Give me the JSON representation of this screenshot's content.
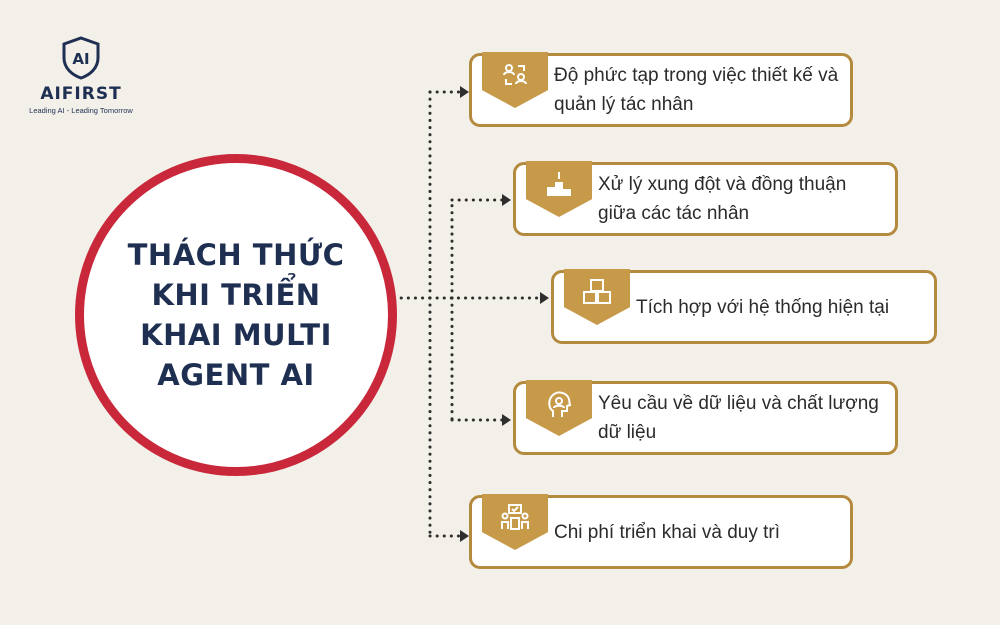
{
  "logo": {
    "mark": "AI",
    "name": "AIFIRST",
    "tagline": "Leading AI - Leading Tomorrow"
  },
  "hub": {
    "title": "THÁCH THỨC KHI TRIỂN KHAI MULTI AGENT AI"
  },
  "items": [
    {
      "text": "Độ phức tạp trong việc thiết kế và quản lý tác nhân",
      "icon": "agents-exchange-icon"
    },
    {
      "text": "Xử lý xung đột và đồng thuận giữa các tác nhân",
      "icon": "podium-icon"
    },
    {
      "text": "Tích hợp với hệ thống hiện tại",
      "icon": "cubes-icon"
    },
    {
      "text": "Yêu cầu về dữ liệu và chất lượng dữ liệu",
      "icon": "head-person-icon"
    },
    {
      "text": "Chi phí triển khai và duy trì",
      "icon": "team-meeting-icon"
    }
  ],
  "colors": {
    "background": "#f3efe9",
    "hub_ring": "#c8283a",
    "title": "#1e2f52",
    "card_border": "#b48a3e",
    "badge": "#c79a4a"
  }
}
